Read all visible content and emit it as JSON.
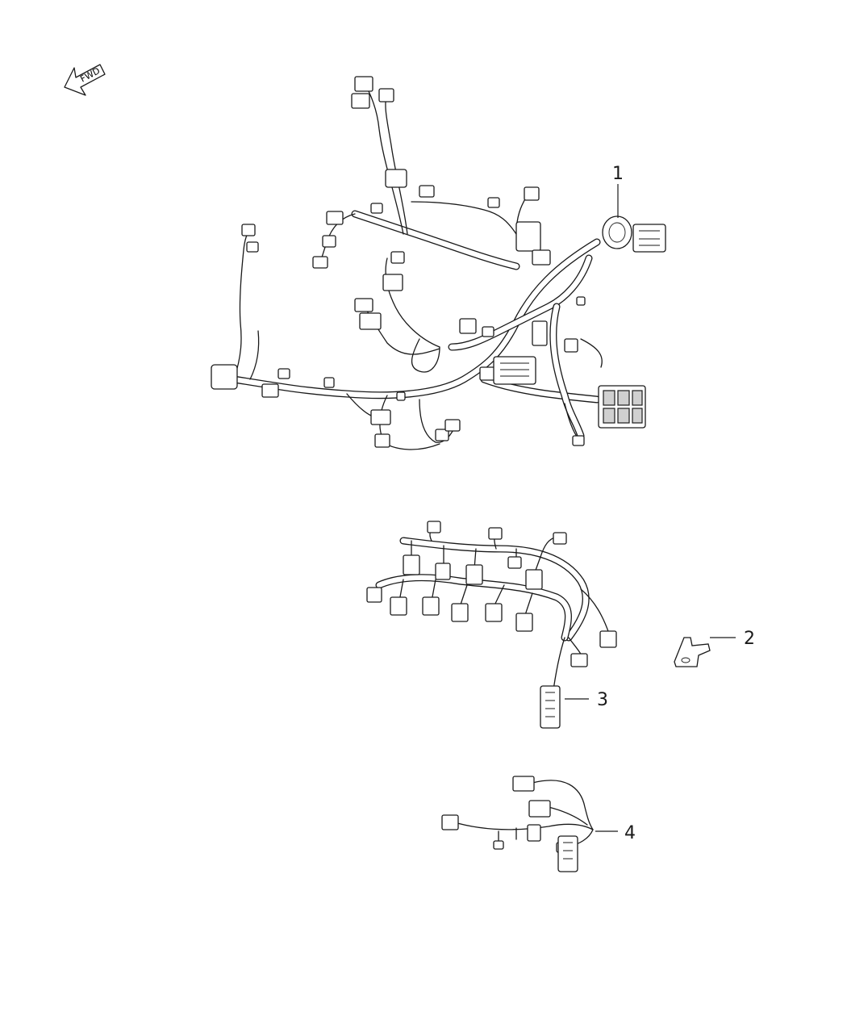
{
  "diagram": {
    "direction_indicator": {
      "label": "FWD",
      "icon": "forward-arrow-icon"
    },
    "callouts": [
      {
        "id": "1",
        "label": "1",
        "part": "main-engine-wiring-harness"
      },
      {
        "id": "2",
        "label": "2",
        "part": "bracket"
      },
      {
        "id": "3",
        "label": "3",
        "part": "injector-wiring-harness"
      },
      {
        "id": "4",
        "label": "4",
        "part": "jumper-wiring-harness"
      }
    ],
    "colors": {
      "line": "#1a1a1a",
      "background": "#ffffff",
      "connector_shade": "#d0d0d0"
    }
  }
}
